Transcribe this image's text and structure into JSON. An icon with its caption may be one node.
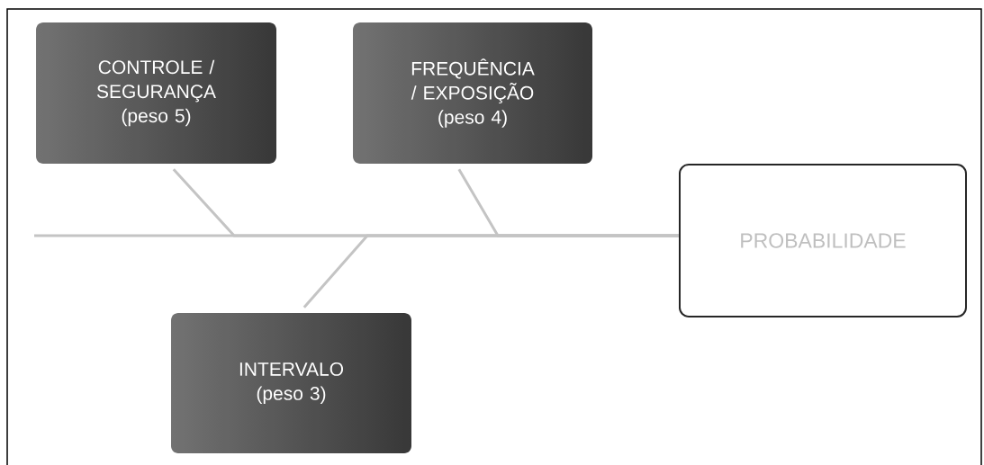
{
  "diagram": {
    "nodes": [
      {
        "text": [
          "CONTROLE / SEGURANÇA",
          "(peso 5)"
        ]
      },
      {
        "text": [
          "FREQUÊNCIA / EXPOSIÇÃO",
          "(peso 4)"
        ]
      },
      {
        "text": [
          "PROBABILIDADE"
        ]
      },
      {
        "text": [
          "INTERVALO",
          "(peso 3)"
        ]
      }
    ],
    "edges": [
      {
        "from": null,
        "to": 2,
        "arrow": "none"
      },
      {
        "from": 0,
        "to": 2,
        "arrow": "none"
      },
      {
        "from": 1,
        "to": 2,
        "arrow": "none"
      },
      {
        "from": 3,
        "to": 2,
        "arrow": "none"
      }
    ]
  }
}
